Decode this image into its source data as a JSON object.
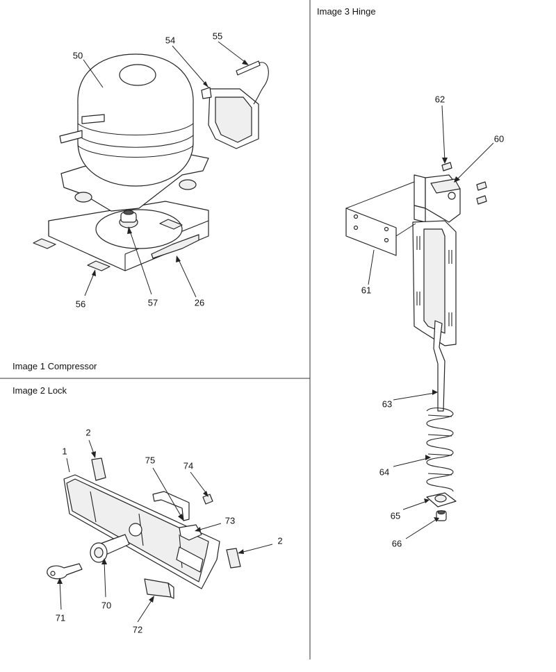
{
  "captions": {
    "image1": "Image 1 Compressor",
    "image2": "Image 2 Lock",
    "image3": "Image 3 Hinge"
  },
  "callouts": {
    "c50": "50",
    "c54": "54",
    "c55": "55",
    "c56": "56",
    "c57": "57",
    "c26": "26",
    "c1": "1",
    "c2a": "2",
    "c2b": "2",
    "c75": "75",
    "c74": "74",
    "c73": "73",
    "c70": "70",
    "c71": "71",
    "c72": "72",
    "c62": "62",
    "c60": "60",
    "c61": "61",
    "c63": "63",
    "c64": "64",
    "c65": "65",
    "c66": "66"
  }
}
